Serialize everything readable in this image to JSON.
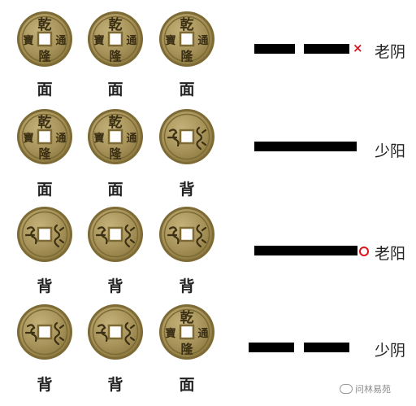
{
  "rows": [
    {
      "coins": [
        {
          "side": "obverse",
          "label": "面"
        },
        {
          "side": "obverse",
          "label": "面"
        },
        {
          "side": "obverse",
          "label": "面"
        }
      ],
      "line": "broken",
      "mark": "x",
      "yao": "老阴"
    },
    {
      "coins": [
        {
          "side": "obverse",
          "label": "面"
        },
        {
          "side": "obverse",
          "label": "面"
        },
        {
          "side": "reverse",
          "label": "背"
        }
      ],
      "line": "solid",
      "mark": "",
      "yao": "少阳"
    },
    {
      "coins": [
        {
          "side": "reverse",
          "label": "背"
        },
        {
          "side": "reverse",
          "label": "背"
        },
        {
          "side": "reverse",
          "label": "背"
        }
      ],
      "line": "solid",
      "mark": "o",
      "yao": "老阳"
    },
    {
      "coins": [
        {
          "side": "reverse",
          "label": "背"
        },
        {
          "side": "reverse",
          "label": "背"
        },
        {
          "side": "obverse",
          "label": "面"
        }
      ],
      "line": "broken",
      "mark": "",
      "yao": "少阴"
    }
  ],
  "coin_text": {
    "obverse": {
      "top": "乾",
      "bottom": "隆",
      "left": "寶",
      "right": "通"
    }
  },
  "colors": {
    "coin_rim": "#7d6a34",
    "coin_face": "#a8945a",
    "coin_inner": "#8c7940",
    "glyph": "#3b2f14",
    "line": "#000000",
    "mark": "#e0121b"
  },
  "watermark": {
    "text": "问林易苑",
    "icon": "wechat-icon"
  }
}
